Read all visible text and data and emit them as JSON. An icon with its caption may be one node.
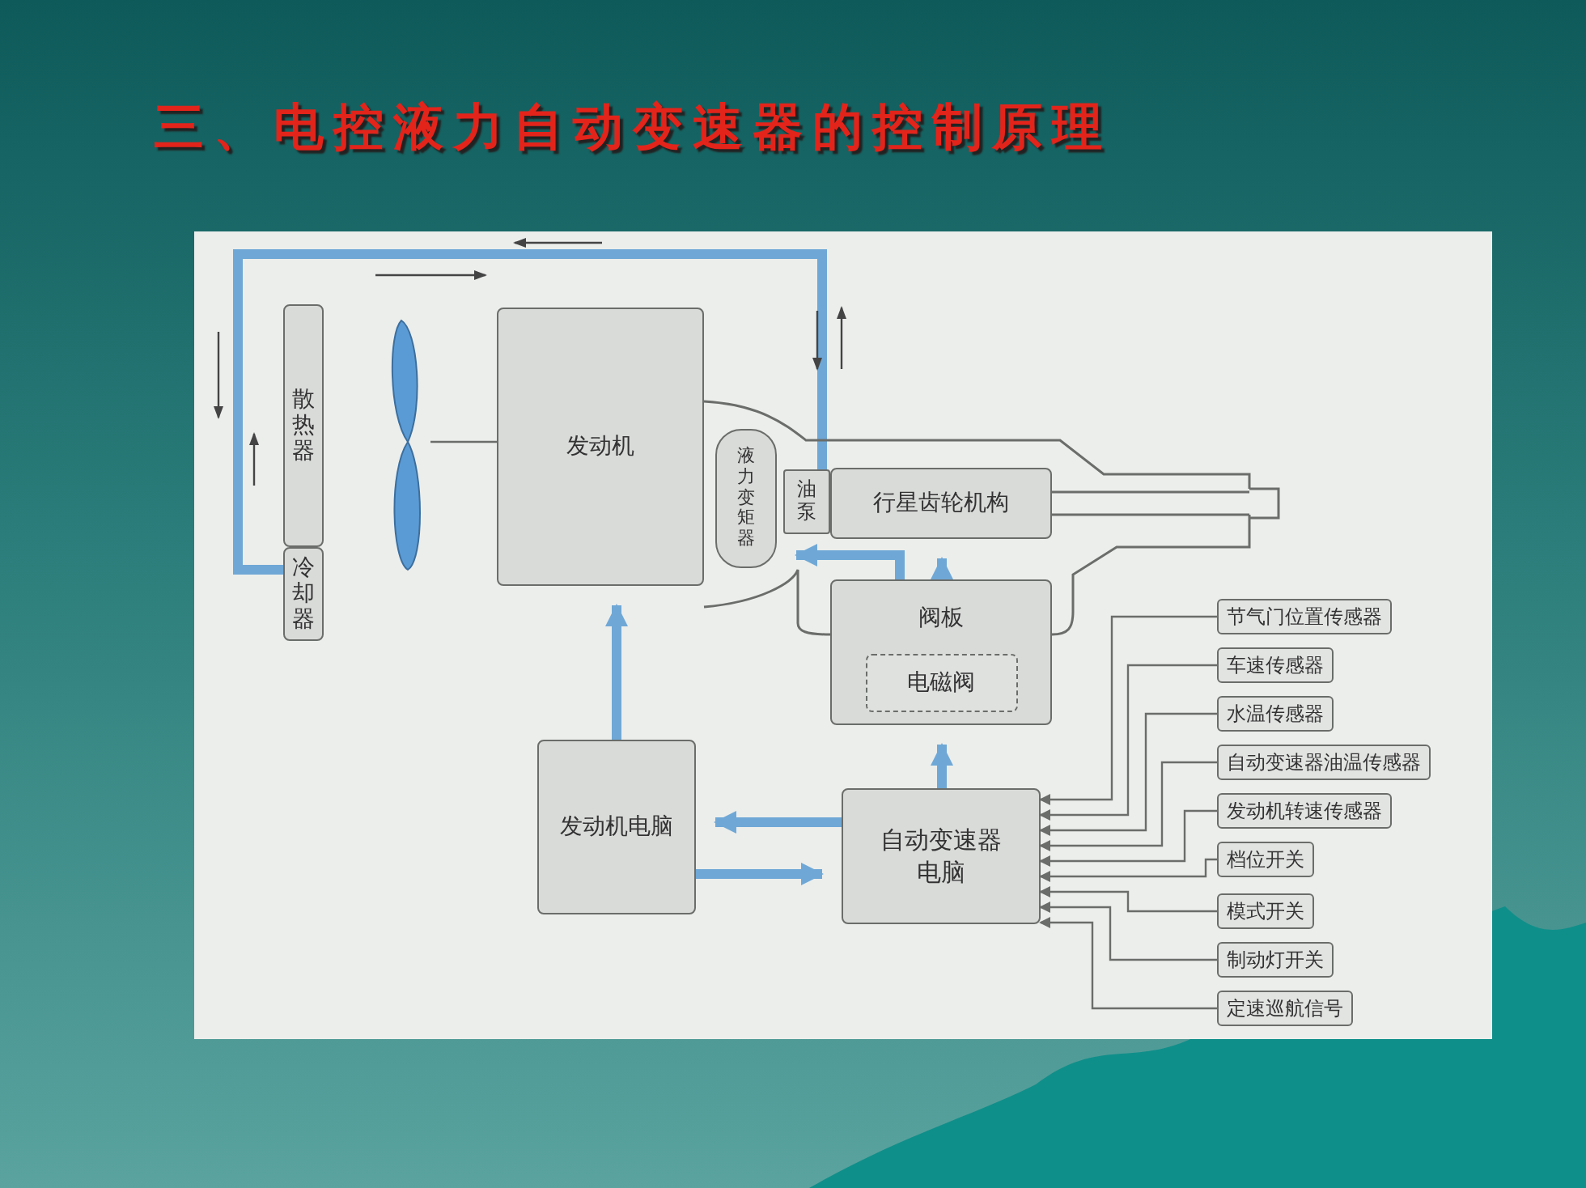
{
  "diagram": {
    "title": "三、电控液力自动变速器的控制原理",
    "nodes": [
      {
        "text": [
          "散热器"
        ]
      },
      {
        "text": [
          "冷却器"
        ]
      },
      {
        "text": [],
        "shape": "picture"
      },
      {
        "text": [
          "发动机"
        ]
      },
      {
        "text": [
          "液力变矩器"
        ]
      },
      {
        "text": [
          "油泵"
        ]
      },
      {
        "text": [
          "行星齿轮机构"
        ]
      },
      {
        "text": [
          "阀板"
        ]
      },
      {
        "text": [
          "电磁阀"
        ],
        "in": 7
      },
      {
        "text": [
          "发动机电脑"
        ]
      },
      {
        "text": [
          "自动变速器电脑"
        ]
      },
      {
        "text": [
          "节气门位置传感器"
        ]
      },
      {
        "text": [
          "车速传感器"
        ]
      },
      {
        "text": [
          "水温传感器"
        ]
      },
      {
        "text": [
          "自动变速器油温传感器"
        ]
      },
      {
        "text": [
          "发动机转速传感器"
        ]
      },
      {
        "text": [
          "档位开关"
        ]
      },
      {
        "text": [
          "模式开关"
        ]
      },
      {
        "text": [
          "制动灯开关"
        ]
      },
      {
        "text": [
          "定速巡航信号"
        ]
      }
    ],
    "edges": [
      {
        "from": 1,
        "to": 5,
        "arrow": "none",
        "style": "thick",
        "color": "#6fa8d6"
      },
      {
        "from": 2,
        "to": 3,
        "arrow": "none"
      },
      {
        "from": 9,
        "to": 3,
        "arrow": "to",
        "style": "thick",
        "color": "#6fa8d6"
      },
      {
        "from": 10,
        "to": 9,
        "arrow": "to",
        "style": "thick",
        "color": "#6fa8d6"
      },
      {
        "from": 9,
        "to": 10,
        "arrow": "to",
        "style": "thick",
        "color": "#6fa8d6"
      },
      {
        "from": 10,
        "to": 7,
        "arrow": "to",
        "style": "thick",
        "color": "#6fa8d6"
      },
      {
        "from": 7,
        "to": 6,
        "arrow": "to",
        "style": "thick",
        "color": "#6fa8d6"
      },
      {
        "from": 7,
        "to": 4,
        "arrow": "to",
        "style": "thick",
        "color": "#6fa8d6"
      },
      {
        "from": 11,
        "to": 10,
        "arrow": "to"
      },
      {
        "from": 12,
        "to": 10,
        "arrow": "to"
      },
      {
        "from": 13,
        "to": 10,
        "arrow": "to"
      },
      {
        "from": 14,
        "to": 10,
        "arrow": "to"
      },
      {
        "from": 15,
        "to": 10,
        "arrow": "to"
      },
      {
        "from": 16,
        "to": 10,
        "arrow": "to"
      },
      {
        "from": 17,
        "to": 10,
        "arrow": "to"
      },
      {
        "from": 18,
        "to": 10,
        "arrow": "to"
      },
      {
        "from": 19,
        "to": 10,
        "arrow": "to"
      }
    ]
  }
}
